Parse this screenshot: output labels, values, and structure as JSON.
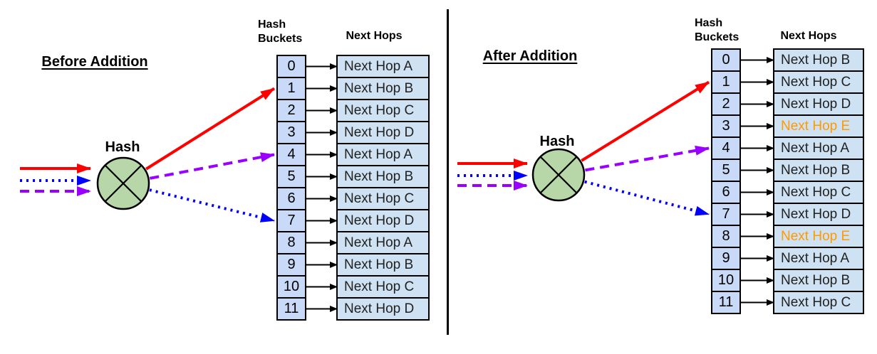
{
  "colors": {
    "flow_red": "#ff0000",
    "flow_blue": "#0000ff",
    "flow_purple": "#9900ff",
    "highlight_orange": "#ff9900",
    "bucket_fill": "#c9daf8",
    "next_hop_fill": "#cfe2f3",
    "hash_node_fill": "#b7d7a8",
    "line_black": "#000000"
  },
  "panels": [
    {
      "title": "Before Addition",
      "hash_node_label": "Hash",
      "bucket_header": [
        "Hash",
        "Buckets"
      ],
      "next_hops_header": "Next Hops",
      "rows": [
        {
          "bucket": "0",
          "next_hop": "Next Hop A",
          "highlight": false
        },
        {
          "bucket": "1",
          "next_hop": "Next Hop B",
          "highlight": false
        },
        {
          "bucket": "2",
          "next_hop": "Next Hop C",
          "highlight": false
        },
        {
          "bucket": "3",
          "next_hop": "Next Hop D",
          "highlight": false
        },
        {
          "bucket": "4",
          "next_hop": "Next Hop A",
          "highlight": false
        },
        {
          "bucket": "5",
          "next_hop": "Next Hop B",
          "highlight": false
        },
        {
          "bucket": "6",
          "next_hop": "Next Hop C",
          "highlight": false
        },
        {
          "bucket": "7",
          "next_hop": "Next Hop D",
          "highlight": false
        },
        {
          "bucket": "8",
          "next_hop": "Next Hop A",
          "highlight": false
        },
        {
          "bucket": "9",
          "next_hop": "Next Hop B",
          "highlight": false
        },
        {
          "bucket": "10",
          "next_hop": "Next Hop C",
          "highlight": false
        },
        {
          "bucket": "11",
          "next_hop": "Next Hop D",
          "highlight": false
        }
      ],
      "flows": [
        {
          "name": "red-flow",
          "style": "solid",
          "color": "#ff0000",
          "incoming_slot": 0,
          "target_bucket": 1
        },
        {
          "name": "blue-flow",
          "style": "dotted",
          "color": "#0000ff",
          "incoming_slot": 1,
          "target_bucket": 7
        },
        {
          "name": "purple-flow",
          "style": "dashed",
          "color": "#9900ff",
          "incoming_slot": 2,
          "target_bucket": 4
        }
      ]
    },
    {
      "title": "After Addition",
      "hash_node_label": "Hash",
      "bucket_header": [
        "Hash",
        "Buckets"
      ],
      "next_hops_header": "Next Hops",
      "rows": [
        {
          "bucket": "0",
          "next_hop": "Next Hop B",
          "highlight": false
        },
        {
          "bucket": "1",
          "next_hop": "Next Hop C",
          "highlight": false
        },
        {
          "bucket": "2",
          "next_hop": "Next Hop D",
          "highlight": false
        },
        {
          "bucket": "3",
          "next_hop": "Next Hop E",
          "highlight": true
        },
        {
          "bucket": "4",
          "next_hop": "Next Hop A",
          "highlight": false
        },
        {
          "bucket": "5",
          "next_hop": "Next Hop B",
          "highlight": false
        },
        {
          "bucket": "6",
          "next_hop": "Next Hop C",
          "highlight": false
        },
        {
          "bucket": "7",
          "next_hop": "Next Hop D",
          "highlight": false
        },
        {
          "bucket": "8",
          "next_hop": "Next Hop E",
          "highlight": true
        },
        {
          "bucket": "9",
          "next_hop": "Next Hop A",
          "highlight": false
        },
        {
          "bucket": "10",
          "next_hop": "Next Hop B",
          "highlight": false
        },
        {
          "bucket": "11",
          "next_hop": "Next Hop C",
          "highlight": false
        }
      ],
      "flows": [
        {
          "name": "red-flow",
          "style": "solid",
          "color": "#ff0000",
          "incoming_slot": 0,
          "target_bucket": 1
        },
        {
          "name": "blue-flow",
          "style": "dotted",
          "color": "#0000ff",
          "incoming_slot": 1,
          "target_bucket": 7
        },
        {
          "name": "purple-flow",
          "style": "dashed",
          "color": "#9900ff",
          "incoming_slot": 2,
          "target_bucket": 4
        }
      ]
    }
  ]
}
